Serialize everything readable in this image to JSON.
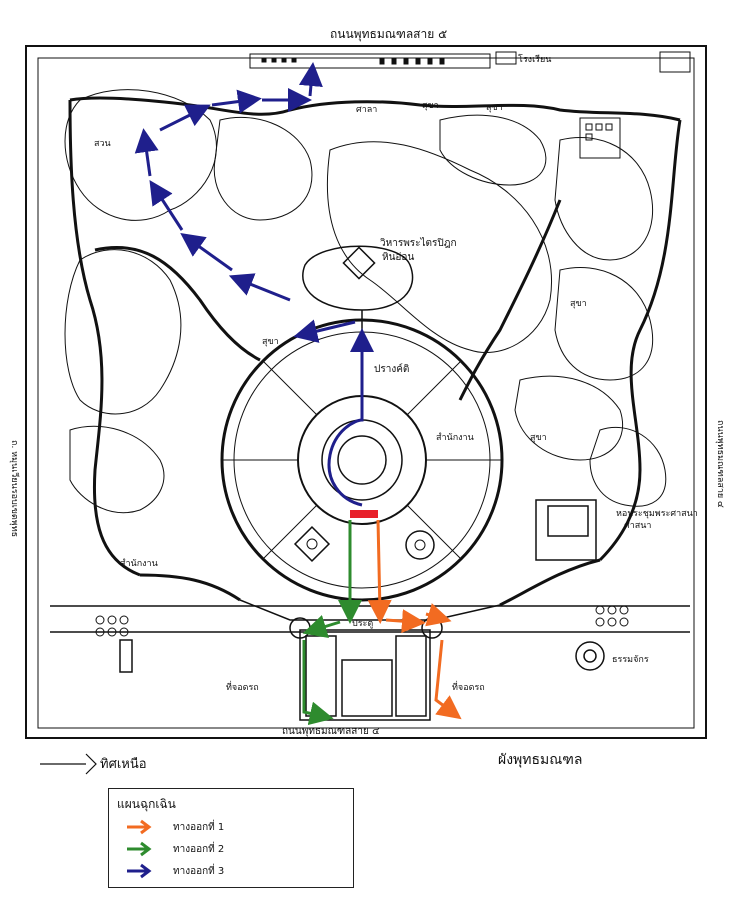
{
  "map": {
    "top_road": "ถนนพุทธมณฑลสาย ๕",
    "bottom_road": "ถนนพุทธมณฑลสาย ๔",
    "left_road": "ถ. หมุนเวียนรอบเขตพุทธ",
    "right_road": "ถนนพุทธมณฑลสาย ๔",
    "north_label": "ทิศเหนือ",
    "site_title": "ผังพุทธมณฑล",
    "places": {
      "vihara": "วิหารพระไตรปิฎก",
      "vihara_sub": "หินอ่อน",
      "prasat": "ปรางค์ติ",
      "south_hall": "หอประชุมพระศาสนา",
      "south_hall_sub": "ศาสนา",
      "office": "สำนักงาน",
      "toilet": "สุขา",
      "pavilion": "ศาลา",
      "restroom_a": "สุขา",
      "restroom_b": "สุขา",
      "restroom_c": "สุขา",
      "restroom_d": "สุขา",
      "garden": "สวน",
      "main_building": "สำนักงาน",
      "school": "โรงเรียน",
      "parking_left": "ที่จอดรถ",
      "parking_right": "ที่จอดรถ",
      "gate_label": "ประตู",
      "wheel": "ธรรมจักร"
    }
  },
  "legend": {
    "title": "แผนฉุกเฉิน",
    "items": [
      {
        "label": "ทางออกที่ 1",
        "color": "#F26B21"
      },
      {
        "label": "ทางออกที่ 2",
        "color": "#2E8B2E"
      },
      {
        "label": "ทางออกที่ 3",
        "color": "#1F1F8C"
      }
    ]
  },
  "colors": {
    "route1": "#F26B21",
    "route2": "#2E8B2E",
    "route3": "#1F1F8C",
    "marker": "#E8202A",
    "ink": "#111111"
  }
}
